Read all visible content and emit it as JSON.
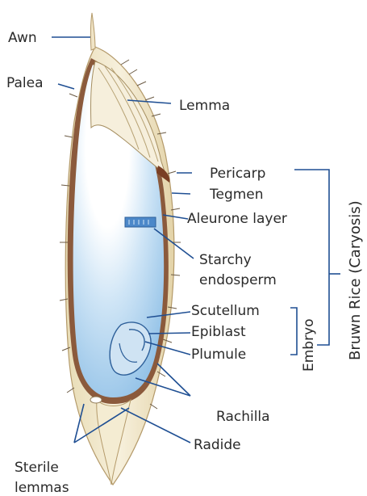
{
  "labels": {
    "awn": "Awn",
    "palea": "Palea",
    "lemma": "Lemma",
    "pericarp": "Pericarp",
    "tegmen": "Tegmen",
    "aleurone_layer": "Aleurone layer",
    "starchy_line1": "Starchy",
    "starchy_line2": "endosperm",
    "scutellum": "Scutellum",
    "epiblast": "Epiblast",
    "plumule": "Plumule",
    "rachilla": "Rachilla",
    "radide": "Radide",
    "sterile_line1": "Sterile",
    "sterile_line2": "lemmas",
    "embryo": "Embryo",
    "brown_rice": "Bruwn Rice (Caryosis)"
  },
  "colors": {
    "leader_line": "#1f4f93",
    "endosperm_light": "#ffffff",
    "endosperm_blue": "#9cc8ea",
    "hull": "#f1e7c8",
    "pericarp": "#8b5a3c"
  }
}
